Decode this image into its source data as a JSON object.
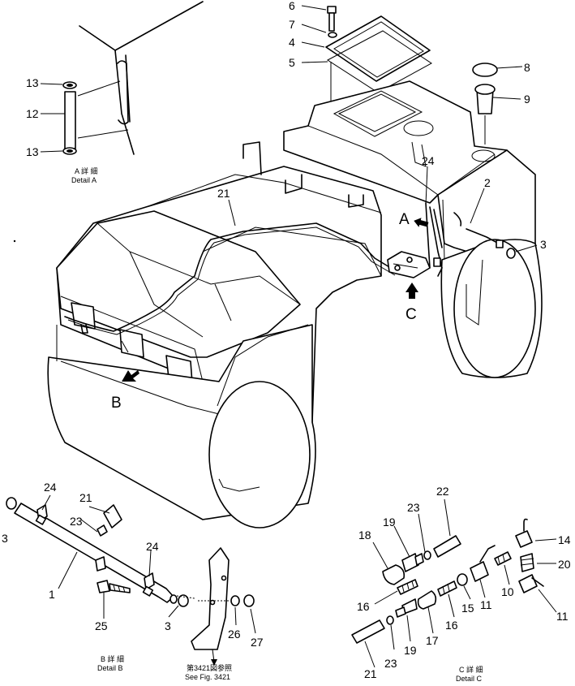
{
  "detail_labels": {
    "a_jp": "A 詳 細",
    "a_en": "Detail A",
    "b_jp": "B 詳 細",
    "b_en": "Detail B",
    "c_jp": "C 詳 細",
    "c_en": "Detail C",
    "ref_jp": "第3421図参照",
    "ref_en": "See Fig. 3421"
  },
  "view_letters": {
    "a": "A",
    "b": "B",
    "c": "C"
  },
  "callouts": {
    "top": [
      "6",
      "7",
      "4",
      "5",
      "8",
      "9",
      "24",
      "2",
      "3",
      "21"
    ],
    "detail_a": [
      "13",
      "12",
      "13"
    ],
    "detail_b": [
      "24",
      "21",
      "23",
      "24",
      "3",
      "1",
      "25",
      "3",
      "26",
      "27"
    ],
    "detail_c": [
      "22",
      "23",
      "19",
      "18",
      "16",
      "19",
      "23",
      "21",
      "17",
      "16",
      "15",
      "11",
      "10",
      "14",
      "20",
      "11"
    ]
  }
}
